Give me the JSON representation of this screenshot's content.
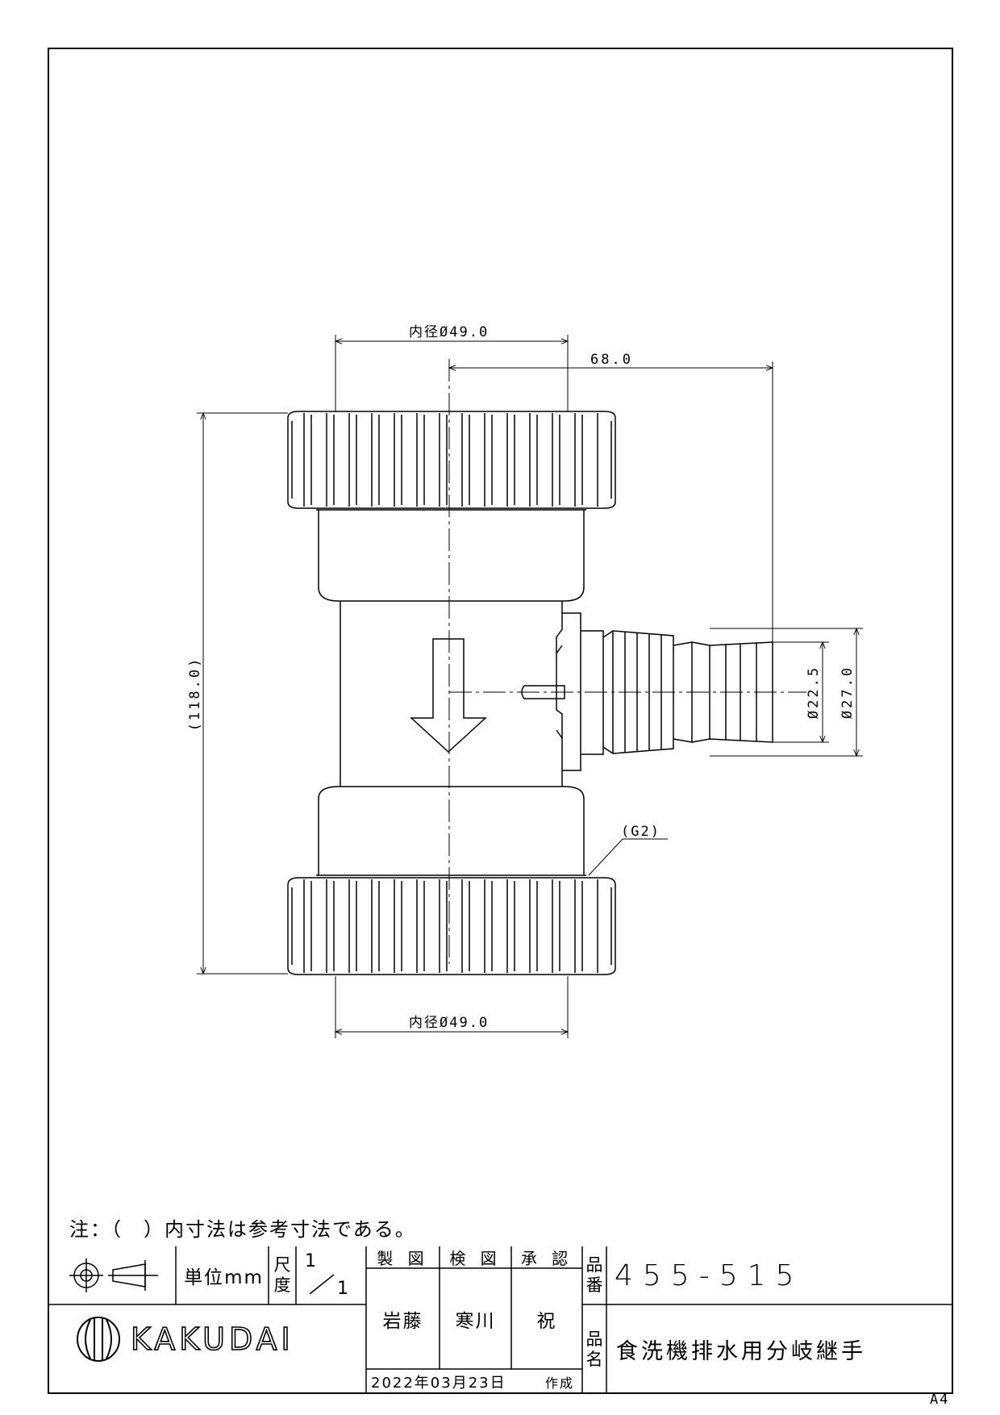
{
  "dimensions": {
    "top_inner_diameter": "内径Ø49.0",
    "bottom_inner_diameter": "内径Ø49.0",
    "branch_length": "68.0",
    "overall_height": "(118.0)",
    "hose_diameter_small": "Ø22.5",
    "hose_diameter_large": "Ø27.0",
    "thread": "(G2)"
  },
  "note": "注：（　）内寸法は参考寸法である。",
  "title_block": {
    "unit_label": "単位mm",
    "scale_label_1": "尺",
    "scale_label_2": "度",
    "scale_num": "1",
    "scale_den": "1",
    "drawn_label": "製 図",
    "checked_label": "検 図",
    "approved_label": "承 認",
    "drawn_by": "岩藤",
    "checked_by": "寒川",
    "approved_by": "祝",
    "part_no_label_1": "品",
    "part_no_label_2": "番",
    "part_no": "455-515",
    "part_name_label_1": "品",
    "part_name_label_2": "名",
    "part_name": "食洗機排水用分岐継手",
    "date": "2022年03月23日",
    "created_label": "作成",
    "brand": "KAKUDAI"
  },
  "sheet_size": "A4"
}
